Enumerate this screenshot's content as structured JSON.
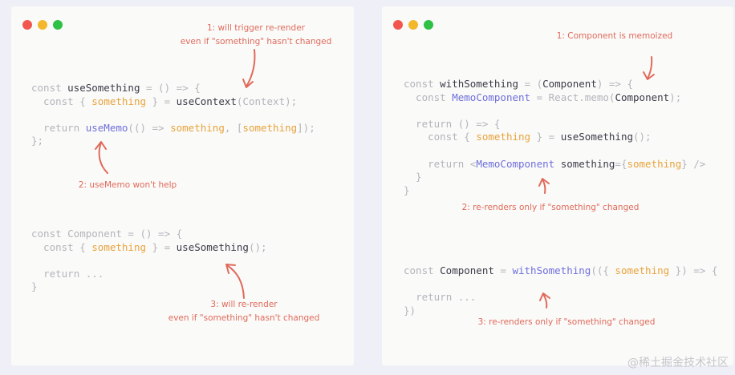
{
  "colors": {
    "background": "#efeff7",
    "panel": "#fafaf9",
    "traffic_red": "#f2574f",
    "traffic_yellow": "#f3b72c",
    "traffic_green": "#2fc046",
    "code_muted": "#b4b4bc",
    "code_strong": "#3b3b48",
    "code_accent": "#e8a33b",
    "code_function": "#6f6fdc",
    "annotation": "#e06a5a"
  },
  "left": {
    "note1_line1": "1: will trigger re-render",
    "note1_line2": "even if \"something\" hasn't changed",
    "note2": "2: useMemo won't help",
    "note3_line1": "3: will re-render",
    "note3_line2": "even if \"something\" hasn't changed",
    "code": {
      "use_something": "useSomething",
      "use_context": "useContext",
      "context": "(Context);",
      "something": "something",
      "use_memo": "useMemo",
      "component_line": "const Component = () => {",
      "return_dots": "return ..."
    }
  },
  "right": {
    "note1": "1: Component is memoized",
    "note2": "2: re-renders only if \"something\" changed",
    "note3": "3: re-renders only if \"something\" changed",
    "code": {
      "with_something": "withSomething",
      "component": "Component",
      "memo_component": "MemoComponent",
      "react_memo": "React.memo",
      "use_something": "useSomething",
      "something": "something",
      "return_dots": "return ..."
    }
  },
  "watermark": "@稀土掘金技术社区"
}
